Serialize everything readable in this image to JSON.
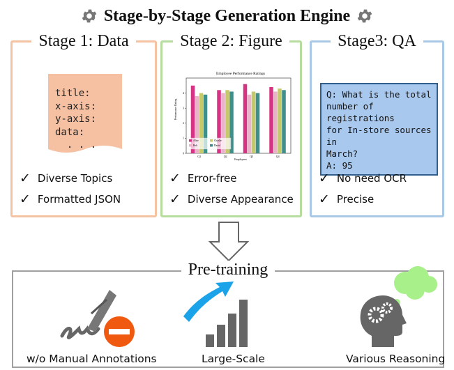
{
  "title": "Stage-by-Stage Generation Engine",
  "stages": [
    {
      "title": "Stage 1: Data",
      "doc_lines": [
        "title:",
        "x-axis:",
        "y-axis:",
        "data:",
        "  . . ."
      ],
      "checks": [
        "Diverse Topics",
        "Formatted JSON"
      ]
    },
    {
      "title": "Stage 2: Figure",
      "checks": [
        "Error-free",
        "Diverse Appearance"
      ]
    },
    {
      "title": "Stage3: QA",
      "qa_lines": [
        "Q: What is the total",
        "number of registrations",
        "for In-store sources in",
        "March?",
        "A: 95"
      ],
      "checks": [
        "No need OCR",
        "Precise"
      ]
    }
  ],
  "check_mark": "✓",
  "pretraining": {
    "title": "Pre-training",
    "features": [
      "w/o Manual Annotations",
      "Large-Scale",
      "Various Reasoning"
    ]
  },
  "chart_data": {
    "type": "bar",
    "title": "Employee Performance Ratings",
    "xlabel": "Employees",
    "ylabel": "Performance Rating",
    "categories": [
      "Q1",
      "Q2",
      "Q3",
      "Q4"
    ],
    "ylim": [
      0,
      5
    ],
    "yticks": [
      0,
      1,
      2,
      3,
      4
    ],
    "series": [
      {
        "name": "Alice",
        "color": "#d63384",
        "values": [
          4.5,
          4.2,
          4.6,
          4.4
        ]
      },
      {
        "name": "Bob",
        "color": "#e9b3c9",
        "values": [
          3.8,
          4.0,
          3.9,
          4.1
        ]
      },
      {
        "name": "Charlie",
        "color": "#c5c96a",
        "values": [
          4.0,
          4.2,
          4.1,
          4.3
        ]
      },
      {
        "name": "David",
        "color": "#3f8f8a",
        "values": [
          3.9,
          4.1,
          4.0,
          4.2
        ]
      }
    ],
    "legend": "lower-left"
  },
  "colors": {
    "stage1_border": "#f5c2a2",
    "stage2_border": "#b6dc9e",
    "stage3_border": "#a9c8e6",
    "doc_fill": "#f6c0a2",
    "qa_fill": "#a9c8ed",
    "arrow_blue": "#1aa3e8",
    "bubble_green": "#a8f08a"
  },
  "icons": [
    "gear-icon",
    "document-icon",
    "check-icon",
    "down-arrow-icon",
    "signature-pen-icon",
    "no-entry-icon",
    "growth-bars-icon",
    "head-gears-icon",
    "thought-cloud-icon"
  ]
}
